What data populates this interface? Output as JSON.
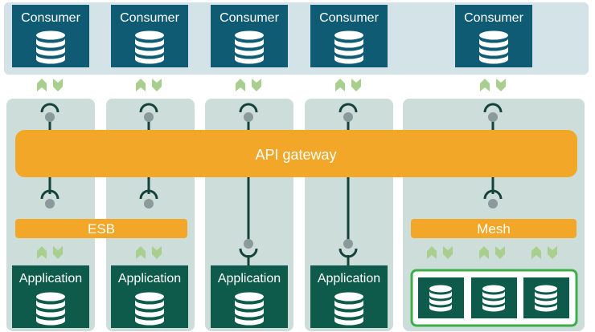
{
  "consumers": [
    {
      "label": "Consumer"
    },
    {
      "label": "Consumer"
    },
    {
      "label": "Consumer"
    },
    {
      "label": "Consumer"
    },
    {
      "label": "Consumer"
    }
  ],
  "api_gateway": {
    "label": "API gateway"
  },
  "esb": {
    "label": "ESB"
  },
  "mesh": {
    "label": "Mesh"
  },
  "applications": [
    {
      "label": "Application"
    },
    {
      "label": "Application"
    },
    {
      "label": "Application"
    },
    {
      "label": "Application"
    }
  ],
  "colors": {
    "consumer_box": "#0e5b73",
    "application_box": "#0e5a4b",
    "gateway_orange": "#f2a729",
    "panel_blue": "#d3e3e8",
    "panel_green": "#cdddda",
    "arrow_green": "#a9cf8e",
    "mesh_outline": "#3fae4a",
    "connector_gray": "#8a9a9c",
    "line_dark": "#16423c"
  }
}
